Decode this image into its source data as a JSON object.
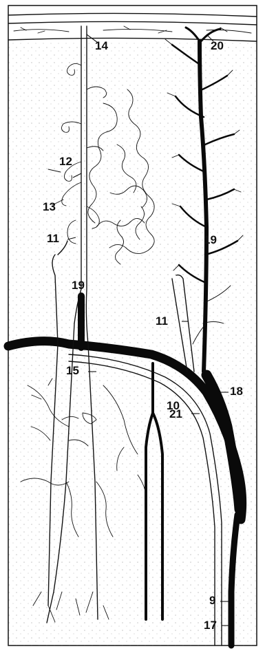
{
  "labels": {
    "l14": "14",
    "l20": "20",
    "l12": "12",
    "l13": "13",
    "l11a": "11",
    "l19a": "19",
    "l19b": "19",
    "l11b": "11",
    "l15": "15",
    "l10": "10",
    "l18": "18",
    "l21": "21",
    "l9": "9",
    "l17": "17"
  }
}
